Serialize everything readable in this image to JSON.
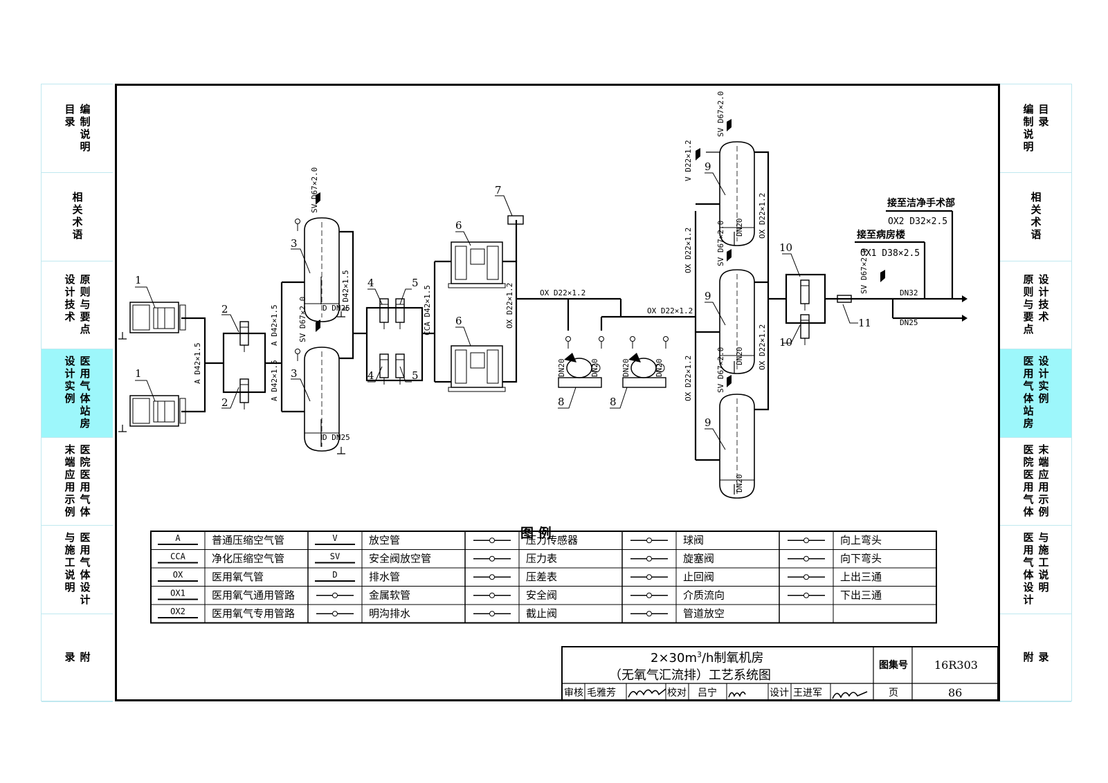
{
  "sidebar": {
    "tabs": [
      {
        "lines": [
          "编制说明",
          "目录"
        ],
        "active": false
      },
      {
        "lines": [
          "相关术语"
        ],
        "active": false
      },
      {
        "lines": [
          "原则与要点",
          "设计技术"
        ],
        "active": false
      },
      {
        "lines": [
          "医用气体站房",
          "设计实例"
        ],
        "active": true
      },
      {
        "lines": [
          "医院医用气体",
          "末端应用示例"
        ],
        "active": false
      },
      {
        "lines": [
          "医用气体设计",
          "与施工说明"
        ],
        "active": false
      },
      {
        "lines": [
          "附",
          "录"
        ],
        "active": false
      }
    ]
  },
  "labels": {
    "n1": "1",
    "n2": "2",
    "n3": "3",
    "n4": "4",
    "n5": "5",
    "n6": "6",
    "n7": "7",
    "n8": "8",
    "n9": "9",
    "n10": "10",
    "n11": "11",
    "a_d42": "A D42×1.5",
    "cca_d42": "CCA D42×1.5",
    "sv_d67": "SV D67×2.0",
    "d_dn25": "D DN25",
    "ox_d22": "OX D22×1.2",
    "v_d22": "V D22×1.2",
    "dn20": "DN20",
    "dn32": "DN32",
    "dn25": "DN25",
    "to_clean_or": "接至洁净手术部",
    "ox2_spec": "OX2 D32×2.5",
    "to_ward": "接至病房楼",
    "ox1_spec": "OX1 D38×2.5"
  },
  "legend": {
    "title": "图 例",
    "rows": [
      [
        {
          "code": "A",
          "text": "普通压缩空气管"
        },
        {
          "code": "V",
          "text": "放空管"
        },
        {
          "icon": "pressure-sensor-icon",
          "text": "压力传感器"
        },
        {
          "icon": "ball-valve-icon",
          "text": "球阀"
        },
        {
          "icon": "elbow-up-icon",
          "text": "向上弯头"
        }
      ],
      [
        {
          "code": "CCA",
          "text": "净化压缩空气管"
        },
        {
          "code": "SV",
          "text": "安全阀放空管"
        },
        {
          "icon": "pressure-gauge-icon",
          "text": "压力表"
        },
        {
          "icon": "plug-valve-icon",
          "text": "旋塞阀"
        },
        {
          "icon": "elbow-down-icon",
          "text": "向下弯头"
        }
      ],
      [
        {
          "code": "OX",
          "text": "医用氧气管"
        },
        {
          "code": "D",
          "text": "排水管"
        },
        {
          "icon": "differential-gauge-icon",
          "text": "压差表"
        },
        {
          "icon": "check-valve-icon",
          "text": "止回阀"
        },
        {
          "icon": "tee-up-icon",
          "text": "上出三通"
        }
      ],
      [
        {
          "code": "OX1",
          "text": "医用氧气通用管路"
        },
        {
          "icon": "metal-hose-icon",
          "text": "金属软管"
        },
        {
          "icon": "safety-valve-icon",
          "text": "安全阀"
        },
        {
          "icon": "flow-direction-icon",
          "text": "介质流向"
        },
        {
          "icon": "tee-down-icon",
          "text": "下出三通"
        }
      ],
      [
        {
          "code": "OX2",
          "text": "医用氧气专用管路"
        },
        {
          "icon": "open-drain-icon",
          "text": "明沟排水"
        },
        {
          "icon": "stop-valve-icon",
          "text": "截止阀"
        },
        {
          "icon": "vent-icon",
          "text": "管道放空"
        },
        {
          "text": ""
        }
      ]
    ]
  },
  "titleblock": {
    "title_line1": "2×30m",
    "title_sup": "3",
    "title_line1_tail": "/h制氧机房",
    "title_line2": "（无氧气汇流排）工艺系统图",
    "atlas_label": "图集号",
    "atlas_no": "16R303",
    "review_label": "审核",
    "review_name": "毛雅芳",
    "check_label": "校对",
    "check_name": "吕宁",
    "design_label": "设计",
    "design_name": "王进军",
    "page_label": "页",
    "page_no": "86"
  }
}
